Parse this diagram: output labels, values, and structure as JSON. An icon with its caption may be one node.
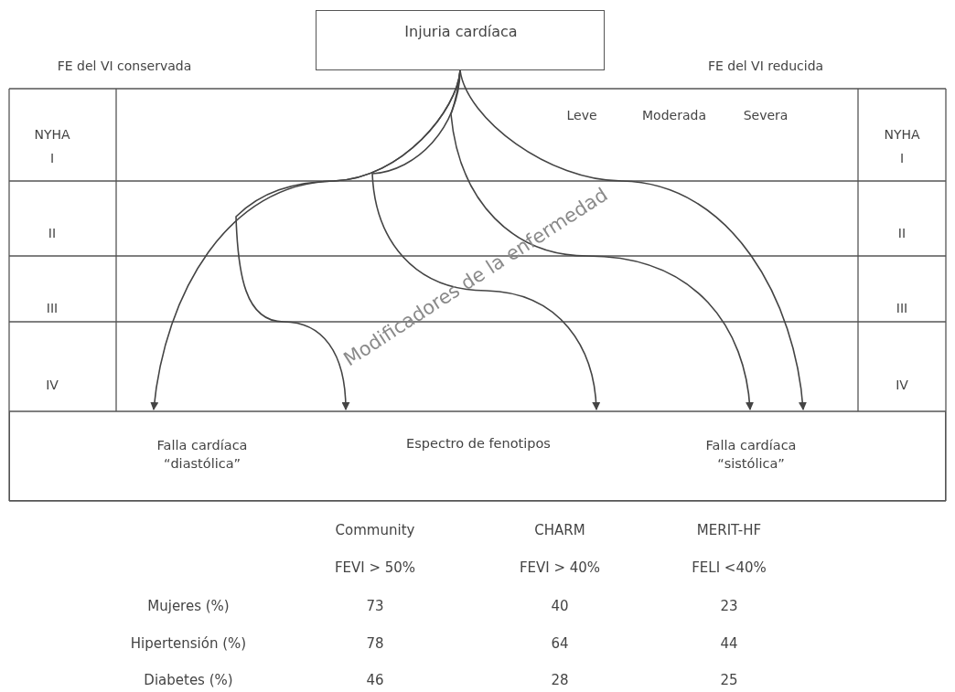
{
  "diagram": {
    "nodes": [
      {
        "text": [
          "Injuria cardíaca"
        ]
      },
      {
        "text": [
          "Falla cardíaca “diastólica”",
          "Espectro de fenotipos",
          "Falla cardíaca “sistólica”"
        ]
      }
    ],
    "edges": [
      {
        "from": 0,
        "to": 1,
        "arrow": "to"
      },
      {
        "from": 0,
        "to": 1,
        "arrow": "to"
      },
      {
        "from": 0,
        "to": 1,
        "arrow": "to"
      },
      {
        "from": 0,
        "to": 1,
        "arrow": "to"
      },
      {
        "from": 0,
        "to": 1,
        "arrow": "to"
      }
    ],
    "labels": [
      "FE del VI conservada",
      "FE del VI reducida",
      "NYHA",
      "I",
      "Leve",
      "Moderada",
      "Severa",
      "NYHA",
      "I",
      "II",
      "II",
      "III",
      "III",
      "IV",
      "IV",
      "Modificadores de la enfermedad",
      "Community",
      "CHARM",
      "MERIT-HF",
      "FEVI > 50%",
      "FEVI > 40%",
      "FELI <40%",
      "Mujeres (%)",
      "73",
      "40",
      "23",
      "Hipertensión (%)",
      "78",
      "64",
      "44",
      "Diabetes (%)",
      "46",
      "28",
      "25"
    ]
  }
}
